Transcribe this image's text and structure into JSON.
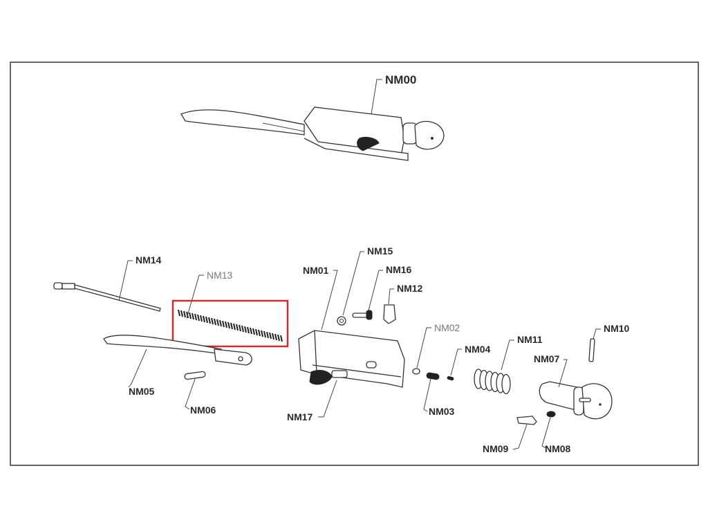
{
  "diagram": {
    "parts": {
      "NM00": "NM00",
      "NM01": "NM01",
      "NM02": "NM02",
      "NM03": "NM03",
      "NM04": "NM04",
      "NM05": "NM05",
      "NM06": "NM06",
      "NM07": "NM07",
      "NM08": "NM08",
      "NM09": "NM09",
      "NM10": "NM10",
      "NM11": "NM11",
      "NM12": "NM12",
      "NM13": "NM13",
      "NM14": "NM14",
      "NM15": "NM15",
      "NM16": "NM16",
      "NM17": "NM17"
    },
    "highlighted_part": "NM13",
    "highlight_color": "#d42a2a"
  }
}
